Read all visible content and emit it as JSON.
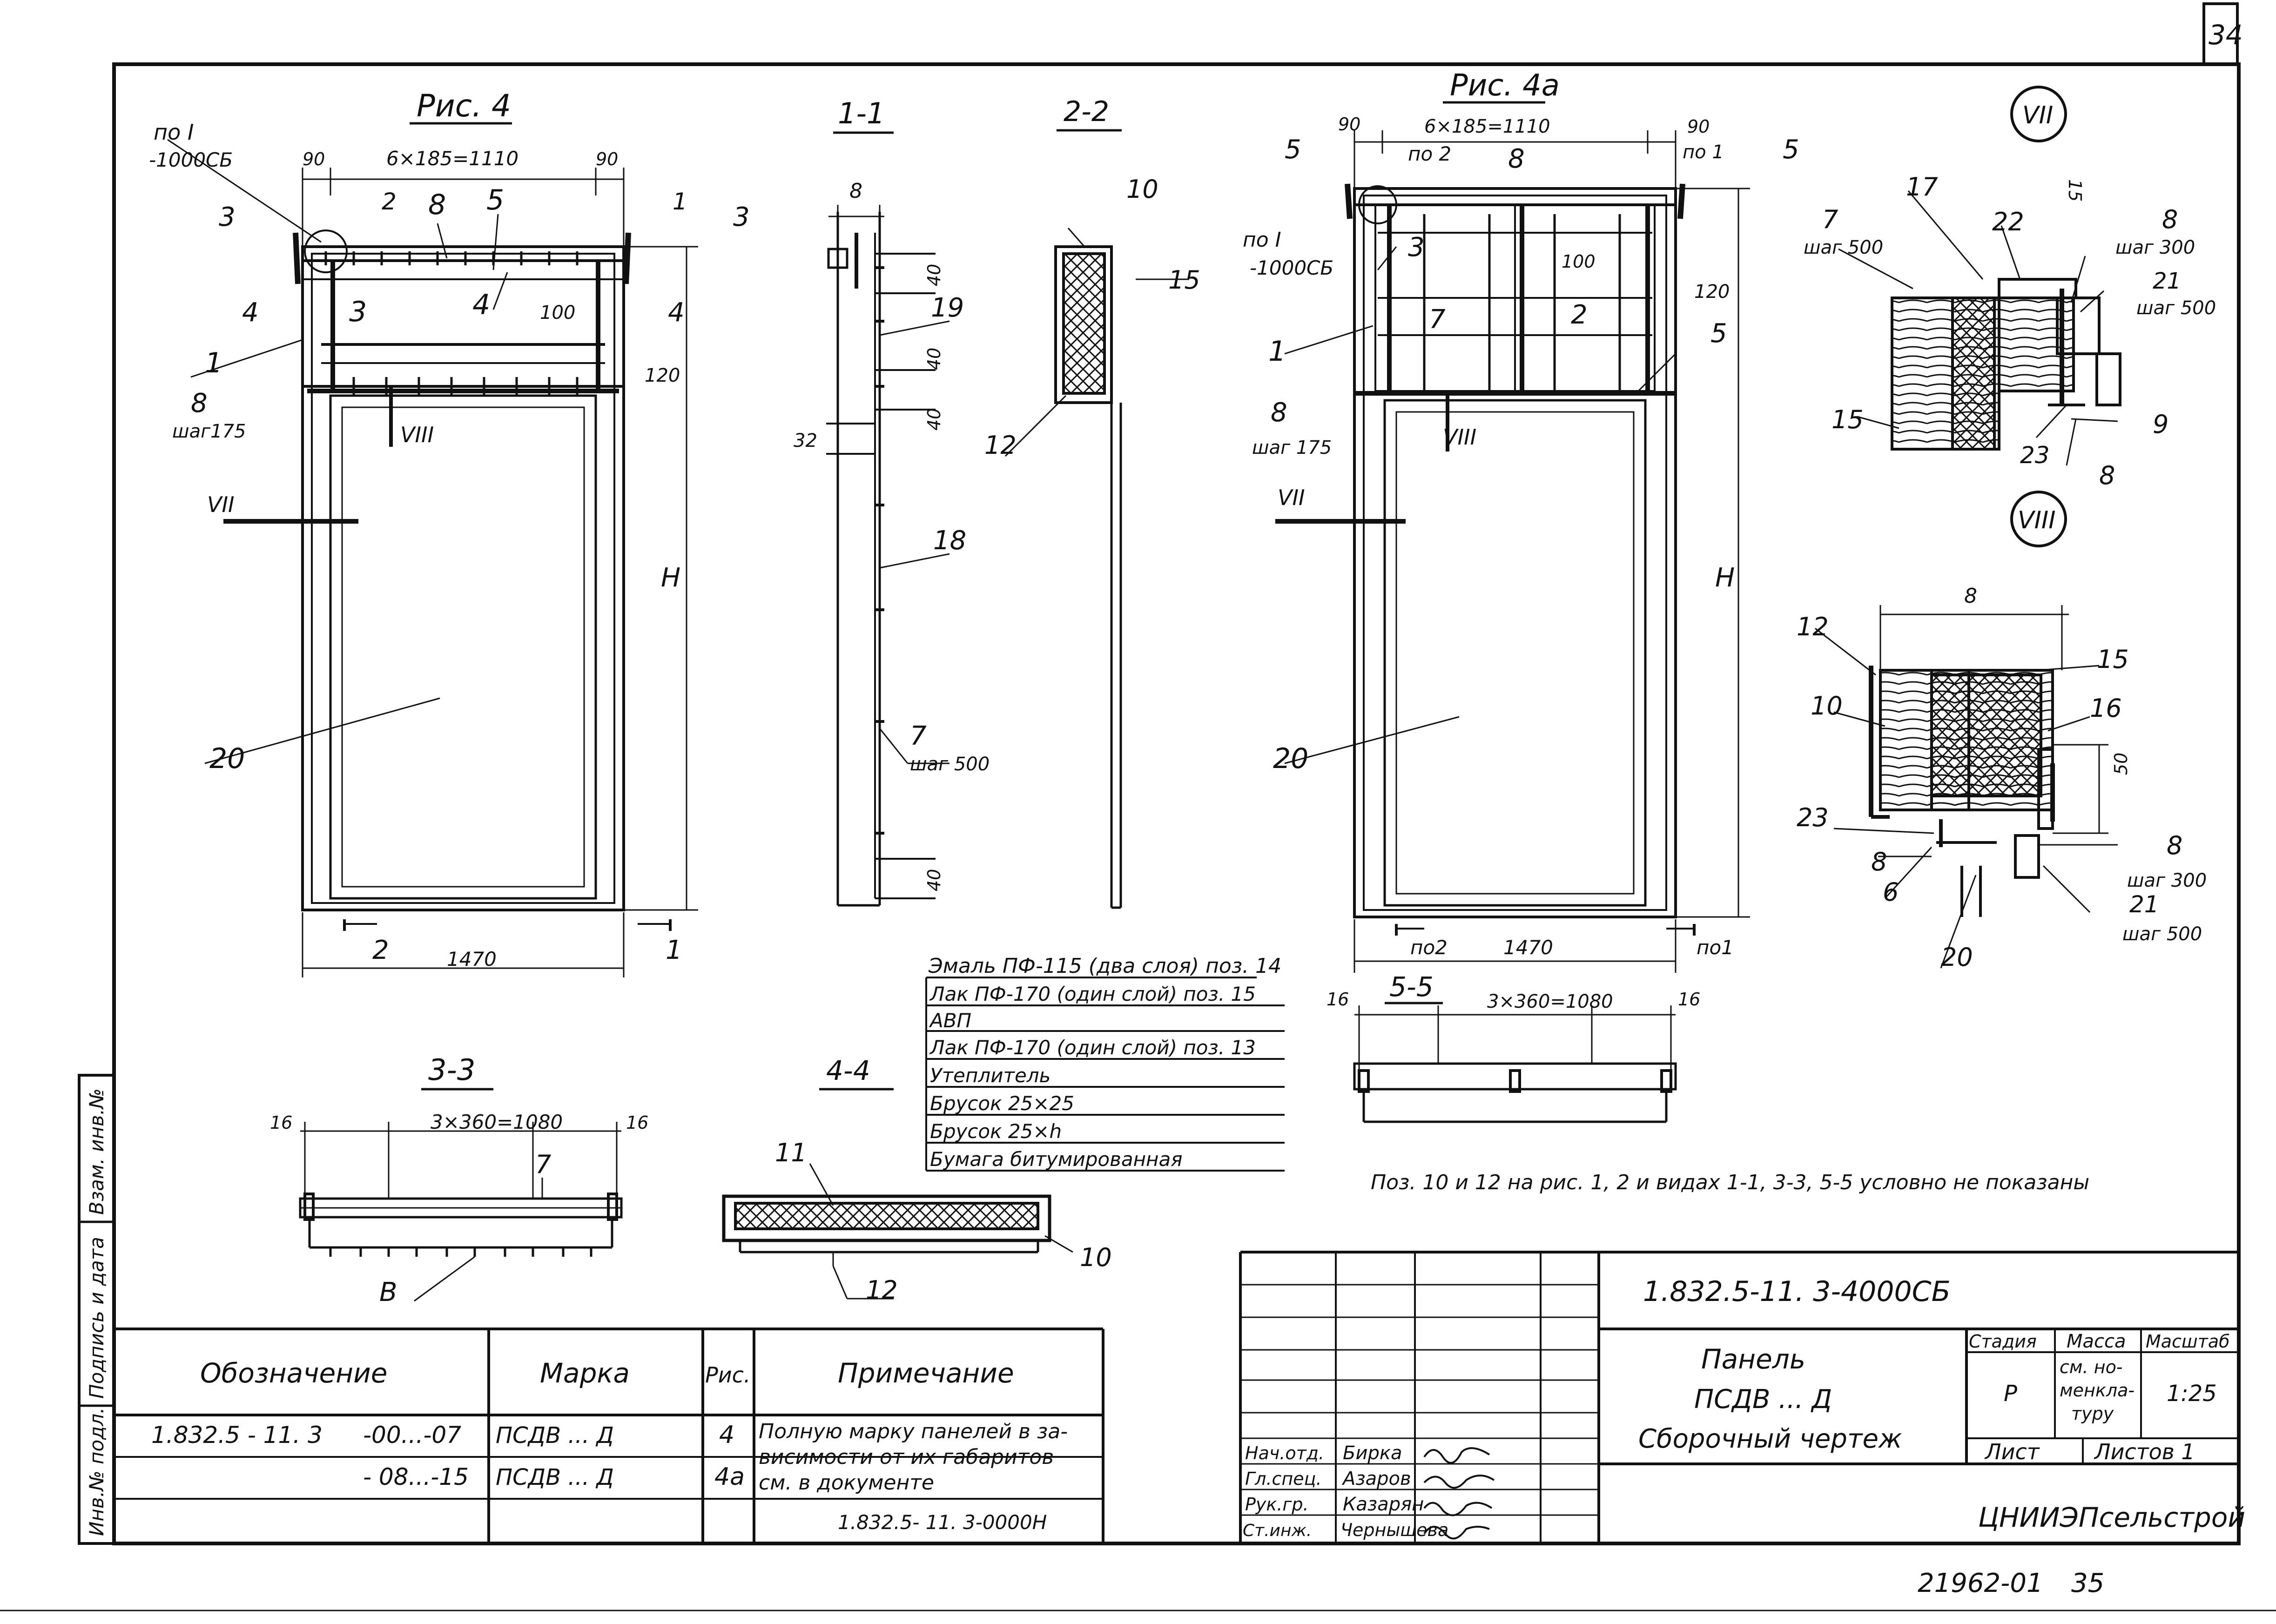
{
  "sheet": {
    "corner_number": "34",
    "bottom_code": "21962-01",
    "bottom_page": "35"
  },
  "side_stamp": {
    "col_inv_orig": "Инв.№ подл.",
    "col_sign_date": "Подпись и дата",
    "col_replaced": "Взам. инв.№"
  },
  "fig4": {
    "title": "Рис. 4",
    "ref_pos": "по I",
    "ref_code": "-1000СБ",
    "dim_90_left": "90",
    "dim_top": "6×185=1110",
    "dim_90_right": "90",
    "dim_100": "100",
    "dim_120": "120",
    "dim_width": "1470",
    "dim_height": "H",
    "pos_1": "1",
    "pos_3": "3",
    "pos_4": "4",
    "pos_5": "5",
    "pos_8": "8",
    "pos_8b": "8",
    "step_175": "шаг175",
    "pos_20": "20",
    "node_vii": "VII",
    "node_viii": "VIII",
    "cut_1": "1",
    "cut_2": "2",
    "cut_3": "3",
    "cut_4": "4"
  },
  "fig4a": {
    "title": "Рис. 4а",
    "ref_pos": "по I",
    "ref_code": "-1000СБ",
    "dim_90_left": "90",
    "dim_top": "6×185=1110",
    "dim_90_right": "90",
    "po2": "по 2",
    "po1": "по 1",
    "dim_100": "100",
    "dim_120": "120",
    "dim_width": "1470",
    "dim_height": "H",
    "pos_1": "1",
    "pos_2": "2",
    "pos_3": "3",
    "pos_5": "5",
    "pos_7": "7",
    "pos_8": "8",
    "pos_8b": "8",
    "step_175": "шаг 175",
    "pos_20": "20",
    "node_vii": "VII",
    "node_viii": "VIII",
    "cut_po2": "по2",
    "cut_po1": "по1",
    "cut_5": "5"
  },
  "sec11": {
    "title": "1-1",
    "d8": "8",
    "d40a": "40",
    "d40b": "40",
    "d40c": "40",
    "d40d": "40",
    "d32": "32",
    "pos_19": "19",
    "pos_18": "18",
    "pos_7": "7",
    "step_500": "шаг 500"
  },
  "sec22": {
    "title": "2-2",
    "pos_10": "10",
    "pos_15": "15",
    "pos_12": "12"
  },
  "sec33": {
    "title": "3-3",
    "d16a": "16",
    "dim": "3×360=1080",
    "d16b": "16",
    "pos_7": "7",
    "pos_b": "В"
  },
  "sec44": {
    "title": "4-4",
    "pos_11": "11",
    "pos_10": "10",
    "pos_12": "12"
  },
  "sec55": {
    "title": "5-5",
    "d16a": "16",
    "dim": "3×360=1080",
    "d16b": "16"
  },
  "layers": [
    "Эмаль ПФ-115 (два слоя) поз. 14",
    "Лак ПФ-170 (один слой) поз. 15",
    "АВП",
    "Лак ПФ-170 (один слой) поз. 13",
    "Утеплитель",
    "Брусок 25×25",
    "Брусок 25×h",
    "Бумага битумированная"
  ],
  "nodeVII": {
    "title": "VII",
    "p17": "17",
    "p22": "22",
    "d15": "15",
    "p7": "7",
    "s500a": "шаг 500",
    "p8": "8",
    "s300": "шаг 300",
    "p21": "21",
    "s500b": "шаг 500",
    "p15": "15",
    "p9": "9",
    "p23": "23",
    "p8b": "8"
  },
  "nodeVIII": {
    "title": "VIII",
    "d8": "8",
    "p12": "12",
    "p15": "15",
    "p10": "10",
    "p16": "16",
    "d50": "50",
    "p23": "23",
    "p8a": "8",
    "p8b": "8",
    "s300": "шаг 300",
    "p6": "6",
    "p21": "21",
    "s500": "шаг 500",
    "p20": "20"
  },
  "note": "Поз. 10 и 12 на рис. 1, 2 и видах 1-1, 3-3, 5-5 условно не показаны",
  "spec_table": {
    "headers": [
      "Обозначение",
      "Марка",
      "Рис.",
      "Примечание"
    ],
    "rows": [
      {
        "oboz": "1.832.5 - 11. 3",
        "range": "-00...-07",
        "marka": "ПСДВ ... Д",
        "ris": "4"
      },
      {
        "oboz": "",
        "range": "- 08...-15",
        "marka": "ПСДВ ... Д",
        "ris": "4а"
      }
    ],
    "note_lines": [
      "Полную марку панелей в за-",
      "висимости от их габаритов",
      "см. в   документе",
      "1.832.5- 11. 3-0000Н"
    ]
  },
  "title_block": {
    "code": "1.832.5-11. 3-4000СБ",
    "name_l1": "Панель",
    "name_l2": "ПСДВ ... Д",
    "name_l3": "Сборочный чертеж",
    "stage_h": "Стадия",
    "mass_h": "Масса",
    "scale_h": "Масштаб",
    "stage": "Р",
    "mass_l1": "см. но-",
    "mass_l2": "менкла-",
    "mass_l3": "туру",
    "scale": "1:25",
    "sheet_h": "Лист",
    "sheets_h": "Листов 1",
    "org": "ЦНИИЭПсельстрой",
    "people": [
      {
        "role": "Нач.отд.",
        "name": "Бирка"
      },
      {
        "role": "Гл.спец.",
        "name": "Азаров"
      },
      {
        "role": "Рук.гр.",
        "name": "Казарян"
      },
      {
        "role": "Ст.инж.",
        "name": "Чернышева"
      }
    ]
  }
}
